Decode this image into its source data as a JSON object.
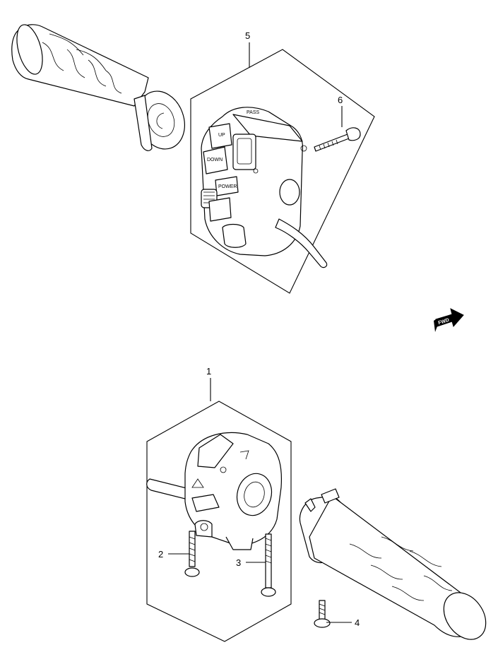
{
  "callouts": {
    "p1": "1",
    "p2": "2",
    "p3": "3",
    "p4": "4",
    "p5": "5",
    "p6": "6"
  },
  "switch_labels": {
    "up": "UP",
    "down": "DOWN",
    "power": "POWER",
    "pass": "PASS"
  },
  "fwd_label": "FWD"
}
